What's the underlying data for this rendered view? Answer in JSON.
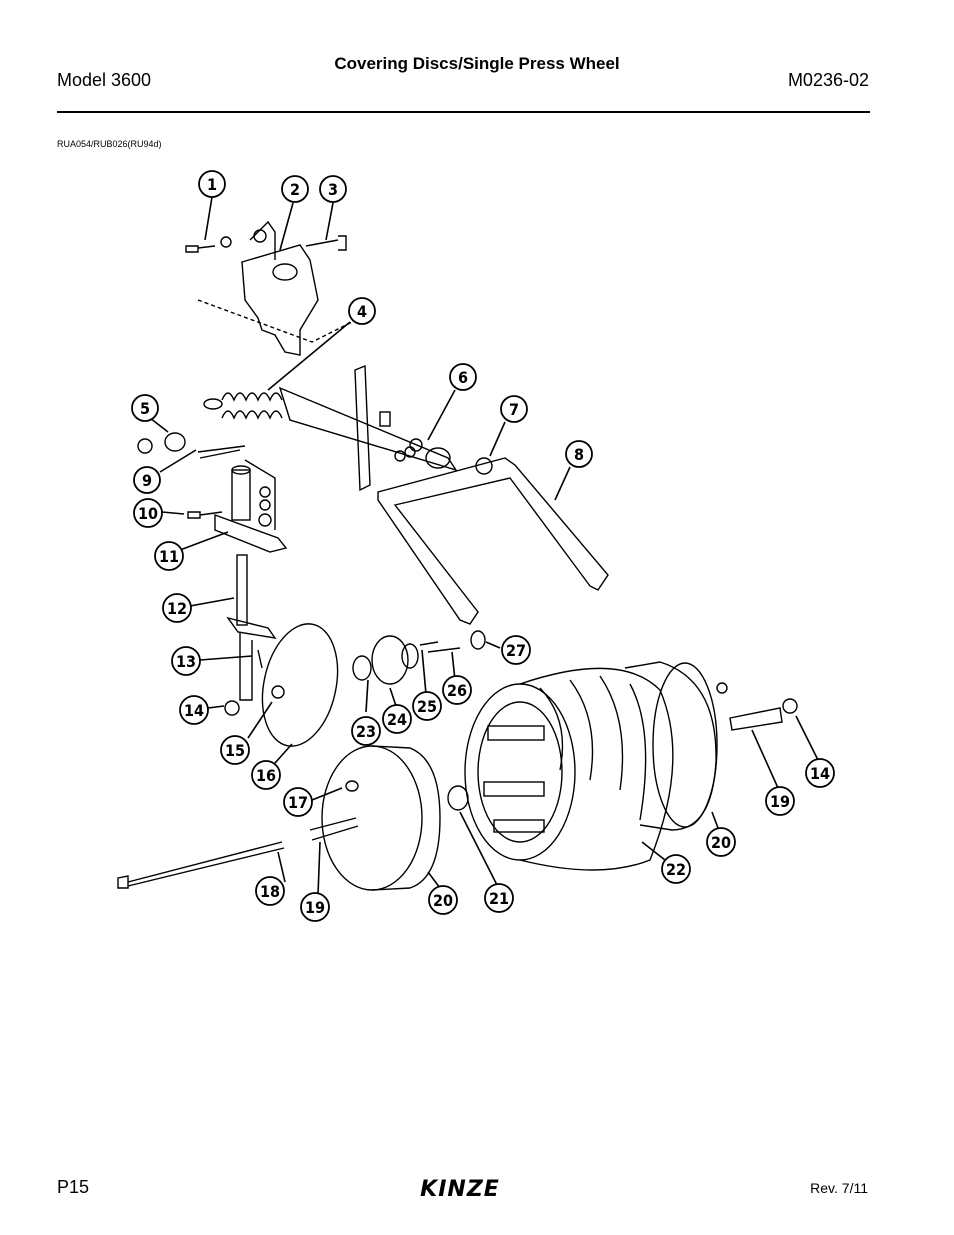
{
  "header": {
    "model": "Model 3600",
    "title": "Covering Discs/Single Press Wheel",
    "manual_number": "M0236-02"
  },
  "figure_ref": "RUA054/RUB026(RU94d)",
  "callouts": [
    "1",
    "2",
    "3",
    "4",
    "5",
    "6",
    "7",
    "8",
    "9",
    "10",
    "11",
    "12",
    "13",
    "14",
    "15",
    "16",
    "17",
    "18",
    "19",
    "20",
    "21",
    "22",
    "23",
    "24",
    "25",
    "26",
    "27",
    "14",
    "19",
    "20"
  ],
  "footer": {
    "page": "P15",
    "logo_text": "KINZE",
    "revision": "Rev. 7/11"
  }
}
